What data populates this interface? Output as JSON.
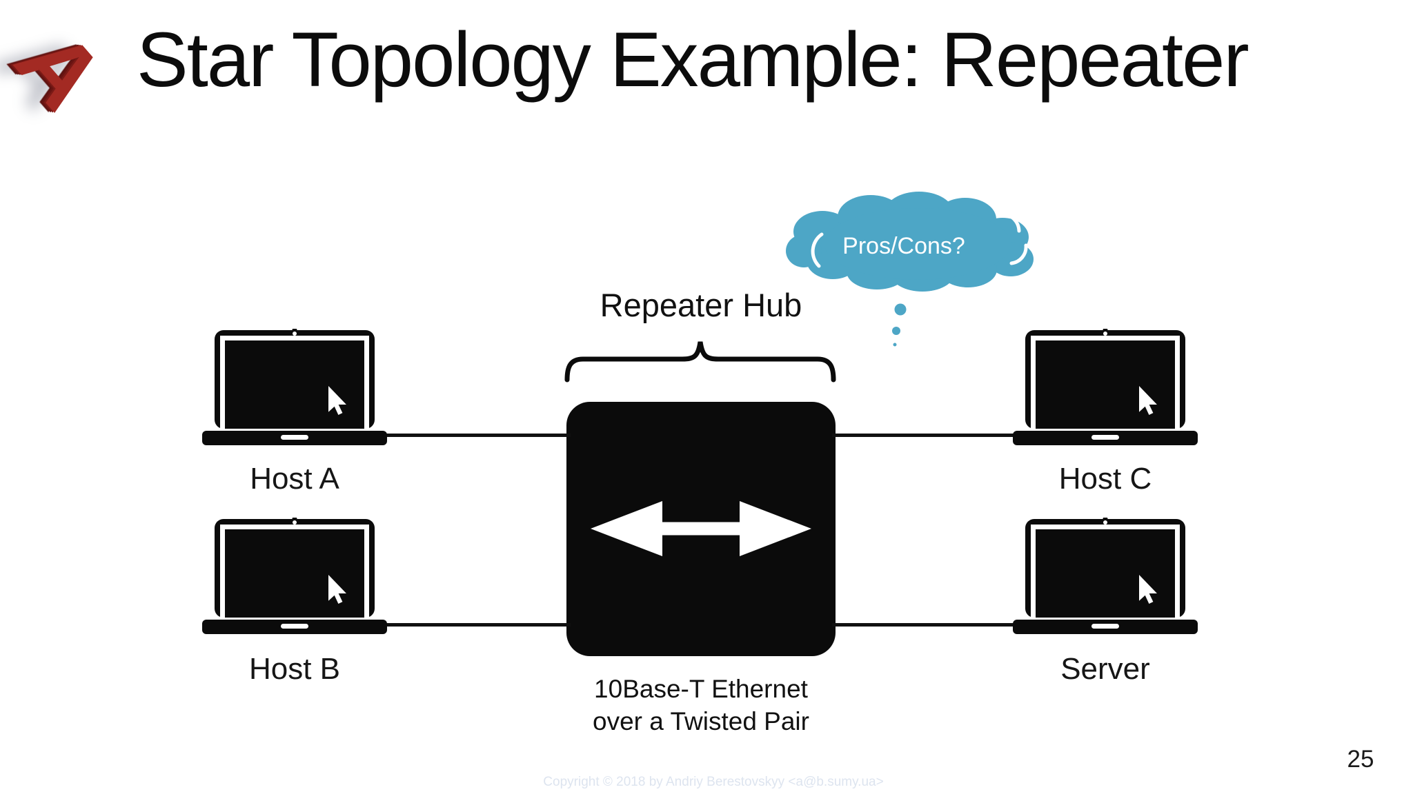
{
  "slide": {
    "title": "Star Topology Example: Repeater",
    "page_number": "25",
    "copyright": "Copyright © 2018 by Andriy Berestovskyy <a@b.sumy.ua>",
    "logo_letter": "A"
  },
  "colors": {
    "cloud_teal": "#4da6c6",
    "ink_black": "#0b0b0b",
    "logo_red": "#a32a23",
    "copyright_gray": "#dde4ef"
  },
  "diagram": {
    "thought_bubble_label": "Pros/Cons?",
    "hub_label": "Repeater Hub",
    "hub_caption_line1": "10Base-T Ethernet",
    "hub_caption_line2": "over a Twisted Pair",
    "nodes": [
      {
        "id": "host-a",
        "label": "Host A"
      },
      {
        "id": "host-b",
        "label": "Host B"
      },
      {
        "id": "host-c",
        "label": "Host C"
      },
      {
        "id": "server",
        "label": "Server"
      }
    ]
  }
}
